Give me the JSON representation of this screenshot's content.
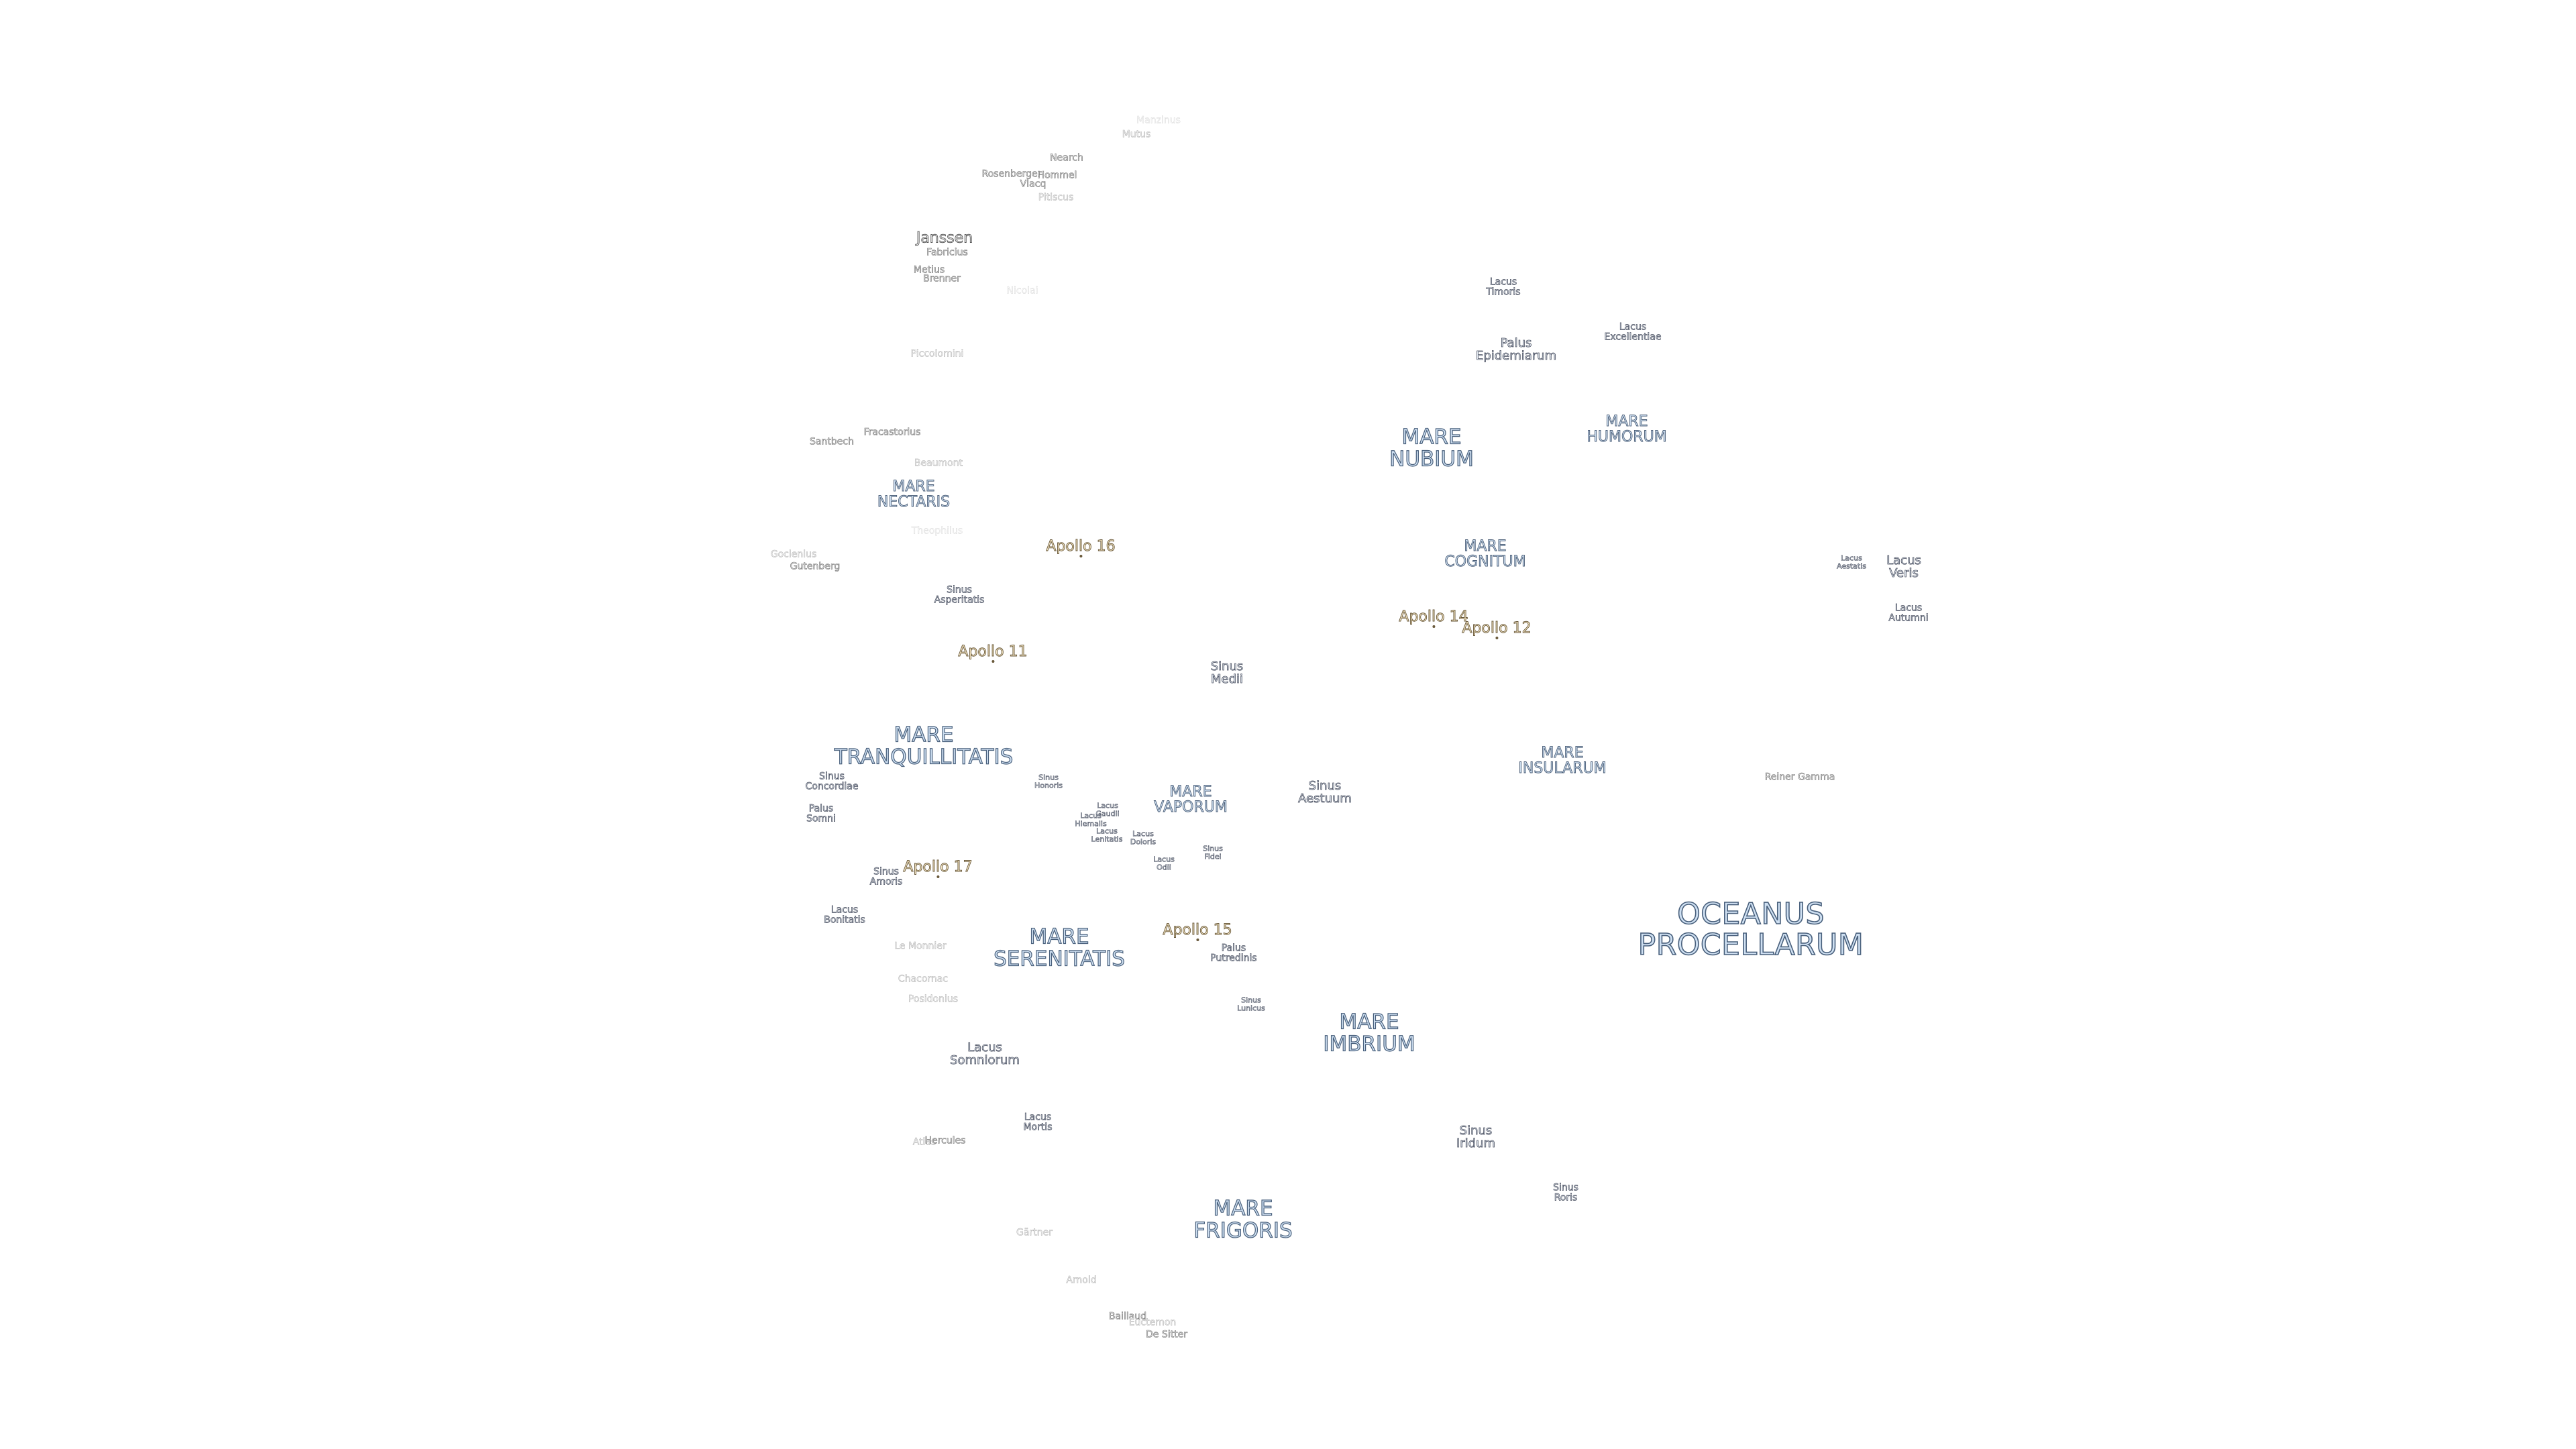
{
  "map": {
    "labels": [
      {
        "id": "oceanus-procellarum",
        "text": "OCEANUS\nPROCELLARUM",
        "kind": "ocean"
      },
      {
        "id": "mare-nubium",
        "text": "MARE\nNUBIUM",
        "kind": "mare"
      },
      {
        "id": "mare-humorum",
        "text": "MARE\nHUMORUM",
        "kind": "mare-small"
      },
      {
        "id": "mare-nectaris",
        "text": "MARE\nNECTARIS",
        "kind": "mare-small"
      },
      {
        "id": "mare-cognitum",
        "text": "MARE\nCOGNITUM",
        "kind": "mare-small"
      },
      {
        "id": "mare-tranquillitatis",
        "text": "MARE\nTRANQUILLITATIS",
        "kind": "mare"
      },
      {
        "id": "mare-insularum",
        "text": "MARE\nINSULARUM",
        "kind": "mare-small"
      },
      {
        "id": "mare-vaporum",
        "text": "MARE\nVAPORUM",
        "kind": "mare-small"
      },
      {
        "id": "mare-serenitatis",
        "text": "MARE\nSERENITATIS",
        "kind": "mare"
      },
      {
        "id": "mare-imbrium",
        "text": "MARE\nIMBRIUM",
        "kind": "mare"
      },
      {
        "id": "mare-frigoris",
        "text": "MARE\nFRIGORIS",
        "kind": "mare"
      },
      {
        "id": "apollo-16",
        "text": "Apollo 16",
        "kind": "apollo"
      },
      {
        "id": "apollo-11",
        "text": "Apollo 11",
        "kind": "apollo"
      },
      {
        "id": "apollo-14",
        "text": "Apollo 14",
        "kind": "apollo"
      },
      {
        "id": "apollo-12",
        "text": "Apollo 12",
        "kind": "apollo"
      },
      {
        "id": "apollo-17",
        "text": "Apollo 17",
        "kind": "apollo"
      },
      {
        "id": "apollo-15",
        "text": "Apollo 15",
        "kind": "apollo"
      },
      {
        "id": "lacus-timoris",
        "text": "Lacus\nTimoris",
        "kind": "lake-small"
      },
      {
        "id": "lacus-excellentiae",
        "text": "Lacus\nExcellentiae",
        "kind": "lake-small"
      },
      {
        "id": "palus-epidemiarum",
        "text": "Palus\nEpidemiarum",
        "kind": "lake"
      },
      {
        "id": "lacus-aestatis",
        "text": "Lacus\nAestatis",
        "kind": "lake-xs"
      },
      {
        "id": "lacus-veris",
        "text": "Lacus\nVeris",
        "kind": "lake"
      },
      {
        "id": "lacus-autumni",
        "text": "Lacus\nAutumni",
        "kind": "lake-small"
      },
      {
        "id": "sinus-asperitatis",
        "text": "Sinus\nAsperitatis",
        "kind": "lake-small"
      },
      {
        "id": "sinus-medii",
        "text": "Sinus\nMedii",
        "kind": "lake"
      },
      {
        "id": "sinus-concordiae",
        "text": "Sinus\nConcordiae",
        "kind": "lake-small"
      },
      {
        "id": "palus-somni",
        "text": "Palus\nSomni",
        "kind": "lake-small"
      },
      {
        "id": "sinus-honoris",
        "text": "Sinus\nHonoris",
        "kind": "lake-xs"
      },
      {
        "id": "lacus-gaudii",
        "text": "Lacus\nGaudii",
        "kind": "lake-xs"
      },
      {
        "id": "lacus-hiemalis",
        "text": "Lacus\nHiemalis",
        "kind": "lake-xs"
      },
      {
        "id": "lacus-lenitatis",
        "text": "Lacus\nLenitatis",
        "kind": "lake-xs"
      },
      {
        "id": "sinus-fidei",
        "text": "Sinus\nFidei",
        "kind": "lake-xs"
      },
      {
        "id": "lacus-doloris",
        "text": "Lacus\nDoloris",
        "kind": "lake-xs"
      },
      {
        "id": "lacus-odii",
        "text": "Lacus\nOdii",
        "kind": "lake-xs"
      },
      {
        "id": "sinus-aestuum",
        "text": "Sinus\nAestuum",
        "kind": "lake"
      },
      {
        "id": "sinus-amoris",
        "text": "Sinus\nAmoris",
        "kind": "lake-small"
      },
      {
        "id": "lacus-bonitatis",
        "text": "Lacus\nBonitatis",
        "kind": "lake-small"
      },
      {
        "id": "palus-putredinis",
        "text": "Palus\nPutredinis",
        "kind": "lake-small"
      },
      {
        "id": "sinus-lunicus",
        "text": "Sinus\nLunicus",
        "kind": "lake-xs"
      },
      {
        "id": "lacus-somniorum",
        "text": "Lacus\nSomniorum",
        "kind": "lake"
      },
      {
        "id": "lacus-mortis",
        "text": "Lacus\nMortis",
        "kind": "lake-small"
      },
      {
        "id": "sinus-iridum",
        "text": "Sinus\nIridum",
        "kind": "lake"
      },
      {
        "id": "sinus-roris",
        "text": "Sinus\nRoris",
        "kind": "lake-small"
      },
      {
        "id": "reiner-gamma",
        "text": "Reiner Gamma",
        "kind": "crater"
      },
      {
        "id": "janssen",
        "text": "Janssen",
        "kind": "crater-large"
      },
      {
        "id": "fabricius",
        "text": "Fabricius",
        "kind": "crater"
      },
      {
        "id": "metius",
        "text": "Metius",
        "kind": "crater"
      },
      {
        "id": "brenner",
        "text": "Brenner",
        "kind": "crater"
      },
      {
        "id": "hommel",
        "text": "Hommel",
        "kind": "crater"
      },
      {
        "id": "vlacq",
        "text": "Vlacq",
        "kind": "crater"
      },
      {
        "id": "rosenberger",
        "text": "Rosenberger",
        "kind": "crater"
      },
      {
        "id": "nearch",
        "text": "Nearch",
        "kind": "crater"
      },
      {
        "id": "pitiscus",
        "text": "Pitiscus",
        "kind": "crater-faint"
      },
      {
        "id": "mutus",
        "text": "Mutus",
        "kind": "crater-faint"
      },
      {
        "id": "manzinus",
        "text": "Manzinus",
        "kind": "crater-fainter"
      },
      {
        "id": "nicolai",
        "text": "Nicolai",
        "kind": "crater-fainter"
      },
      {
        "id": "piccolomini",
        "text": "Piccolomini",
        "kind": "crater-faint"
      },
      {
        "id": "fracastorius",
        "text": "Fracastorius",
        "kind": "crater"
      },
      {
        "id": "santbech",
        "text": "Santbech",
        "kind": "crater"
      },
      {
        "id": "beaumont",
        "text": "Beaumont",
        "kind": "crater-faint"
      },
      {
        "id": "theophilus",
        "text": "Theophilus",
        "kind": "crater-fainter"
      },
      {
        "id": "goclenius",
        "text": "Goclenius",
        "kind": "crater-faint"
      },
      {
        "id": "gutenberg",
        "text": "Gutenberg",
        "kind": "crater"
      },
      {
        "id": "le-monnier",
        "text": "Le Monnier",
        "kind": "crater-faint"
      },
      {
        "id": "chacornac",
        "text": "Chacornac",
        "kind": "crater-faint"
      },
      {
        "id": "posidonius",
        "text": "Posidonius",
        "kind": "crater-faint"
      },
      {
        "id": "atlas",
        "text": "Atlas",
        "kind": "crater-faint"
      },
      {
        "id": "hercules",
        "text": "Hercules",
        "kind": "crater"
      },
      {
        "id": "gartner",
        "text": "Gärtner",
        "kind": "crater-faint"
      },
      {
        "id": "arnold",
        "text": "Arnold",
        "kind": "crater-faint"
      },
      {
        "id": "bailliaud",
        "text": "Baillaud",
        "kind": "crater"
      },
      {
        "id": "euctemon",
        "text": "Euctemon",
        "kind": "crater-faint"
      },
      {
        "id": "de-sitter",
        "text": "De Sitter",
        "kind": "crater"
      }
    ]
  }
}
